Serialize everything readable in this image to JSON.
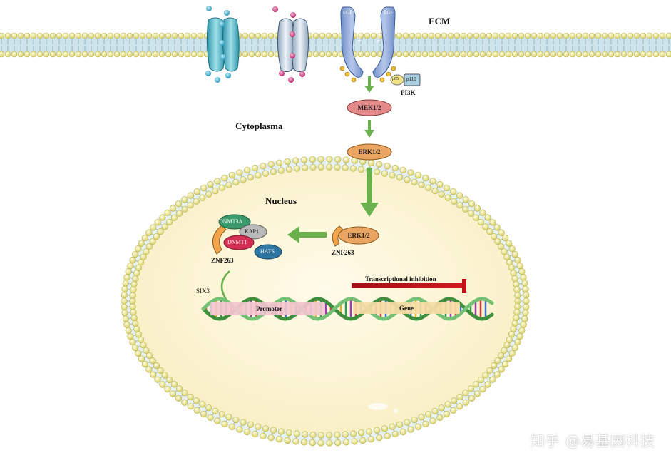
{
  "labels": {
    "ecm": "ECM",
    "cytoplasma": "Cytoplasma",
    "nucleus": "Nucleus",
    "egf_left": "EGF",
    "egf_right": "EGF",
    "egfr_left": "EGFR",
    "egfr_right": "EGFR",
    "p85": "p85",
    "p110": "p110",
    "pi3k": "PI3K",
    "mek": "MEK1/2",
    "erk_top": "ERK1/2",
    "erk_nuc": "ERK1/2",
    "znf_right": "ZNF263",
    "znf_left": "ZNF263",
    "dnmt3a": "DNMT3A",
    "kap1": "KAP1",
    "dnmt1": "DNMT1",
    "hats": "HATS",
    "six3": "SIX3",
    "promoter": "Promoter",
    "gene": "Gene",
    "inhibition": "Transcriptional inhibition"
  },
  "watermark": "知乎 @易基因科技",
  "colors": {
    "membrane_head": "#f2ee9c",
    "membrane_tail": "#8fb8c8",
    "nucleus_fill": "#fdf6d8",
    "arrow": "#6ab04c",
    "inhibition": "#c0141b",
    "mek": "#e58a8a",
    "erk": "#e9a561",
    "receptor": "#8fa9d8",
    "dna_green": "#4f9a4f",
    "promoter": "#f3c6cf",
    "gene": "#f6dca6"
  }
}
